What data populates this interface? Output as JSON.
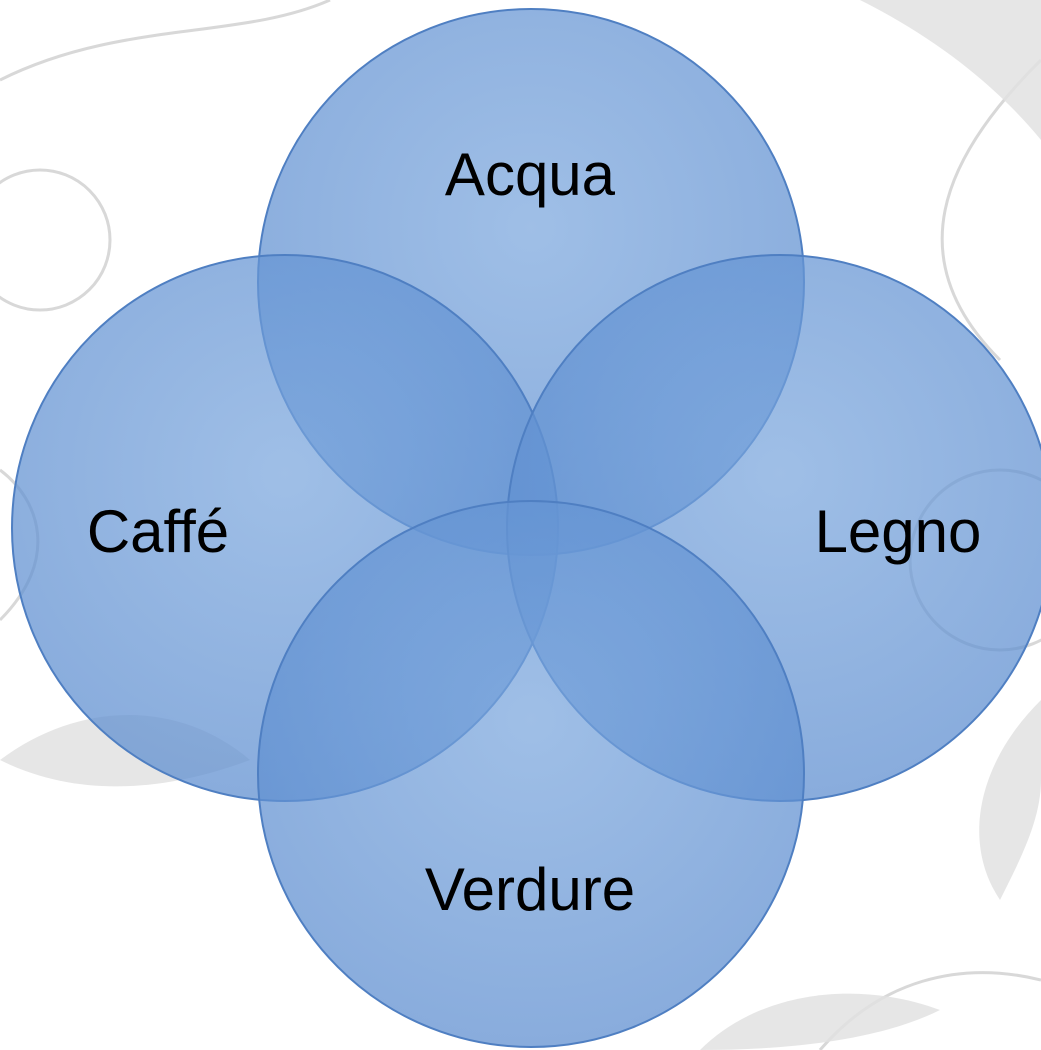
{
  "diagram": {
    "type": "venn",
    "circle_fill": "#5b8fd3",
    "circle_stroke": "#4f7fc2",
    "background_ornament_color": "#d4d4d4",
    "circles": [
      {
        "id": "top",
        "label": "Acqua"
      },
      {
        "id": "left",
        "label": "Caffé"
      },
      {
        "id": "right",
        "label": "Legno"
      },
      {
        "id": "bottom",
        "label": "Verdure"
      }
    ]
  }
}
